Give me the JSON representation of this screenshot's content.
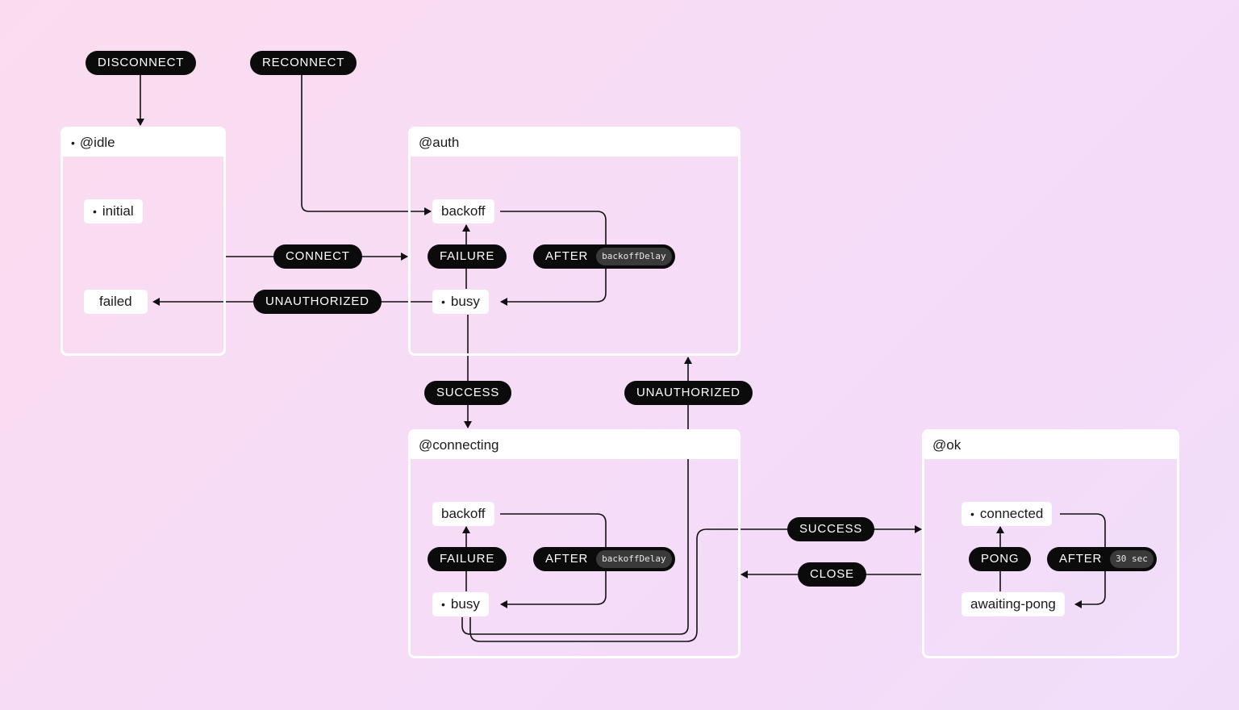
{
  "states": {
    "idle": {
      "title": "@idle",
      "initial_marker": "•"
    },
    "auth": {
      "title": "@auth"
    },
    "connecting": {
      "title": "@connecting"
    },
    "ok": {
      "title": "@ok"
    }
  },
  "nodes": {
    "idle_initial": "initial",
    "idle_failed": "failed",
    "auth_backoff": "backoff",
    "auth_busy": "busy",
    "connecting_backoff": "backoff",
    "connecting_busy": "busy",
    "ok_connected": "connected",
    "ok_awaiting_pong": "awaiting-pong"
  },
  "events": {
    "disconnect": "DISCONNECT",
    "reconnect": "RECONNECT",
    "connect": "CONNECT",
    "unauthorized_auth": "UNAUTHORIZED",
    "auth_failure": "FAILURE",
    "auth_after": "AFTER",
    "auth_after_param": "backoffDelay",
    "auth_success": "SUCCESS",
    "unauthorized_connecting": "UNAUTHORIZED",
    "connecting_failure": "FAILURE",
    "connecting_after": "AFTER",
    "connecting_after_param": "backoffDelay",
    "connecting_success": "SUCCESS",
    "close": "CLOSE",
    "pong": "PONG",
    "ok_after": "AFTER",
    "ok_after_param": "30 sec"
  },
  "colors": {
    "background_start": "#fbdcef",
    "background_end": "#f1ddfa",
    "event_pill": "#0b0b0b",
    "node": "#ffffff",
    "wire": "#111111"
  }
}
